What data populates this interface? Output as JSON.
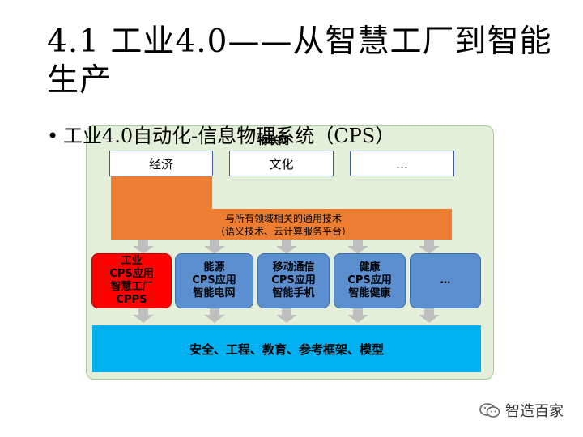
{
  "slide": {
    "title": "4.1 工业4.0——从智慧工厂到智能生产",
    "bullet": "工业4.0自动化-信息物理系统（CPS）",
    "bullet_symbol": "•"
  },
  "diagram": {
    "iot_label": "物联网",
    "top_categories": [
      "经济",
      "文化",
      "…"
    ],
    "tech_band": {
      "line1": "与所有领域相关的通用技术",
      "line2": "（语义技术、云计算服务平台）",
      "color": "#ed7d31"
    },
    "applications": [
      {
        "text": "工业\nCPS应用\n智慧工厂\nCPPS",
        "highlight": true
      },
      {
        "text": "能源\nCPS应用\n智能电网",
        "highlight": false
      },
      {
        "text": "移动通信\nCPS应用\n智能手机",
        "highlight": false
      },
      {
        "text": "健康\nCPS应用\n智能健康",
        "highlight": false
      },
      {
        "text": "…",
        "highlight": false
      }
    ],
    "foundation": "安全、工程、教育、参考框架、模型",
    "colors": {
      "background": "#e4efd9",
      "app_blue": "#5b8fd0",
      "app_red": "#ff0000",
      "foundation": "#00b0f0",
      "arrow": "#bfbfbf"
    }
  },
  "watermark": {
    "text": "智造百家",
    "icon": "wechat-icon"
  }
}
